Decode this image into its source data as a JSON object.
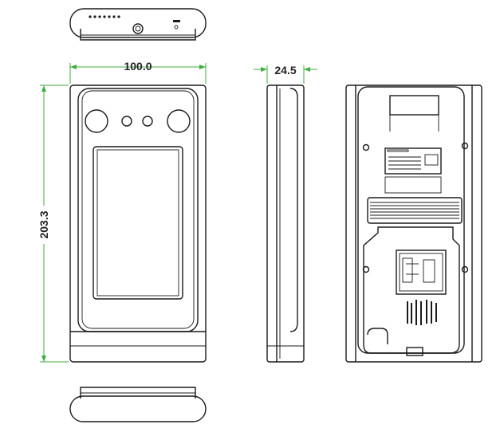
{
  "dimensions": {
    "width": "100.0",
    "depth": "24.5",
    "height": "203.3"
  },
  "colors": {
    "outline": "#1a1a1a",
    "dimension_line": "#3fae3f",
    "background": "#ffffff"
  }
}
